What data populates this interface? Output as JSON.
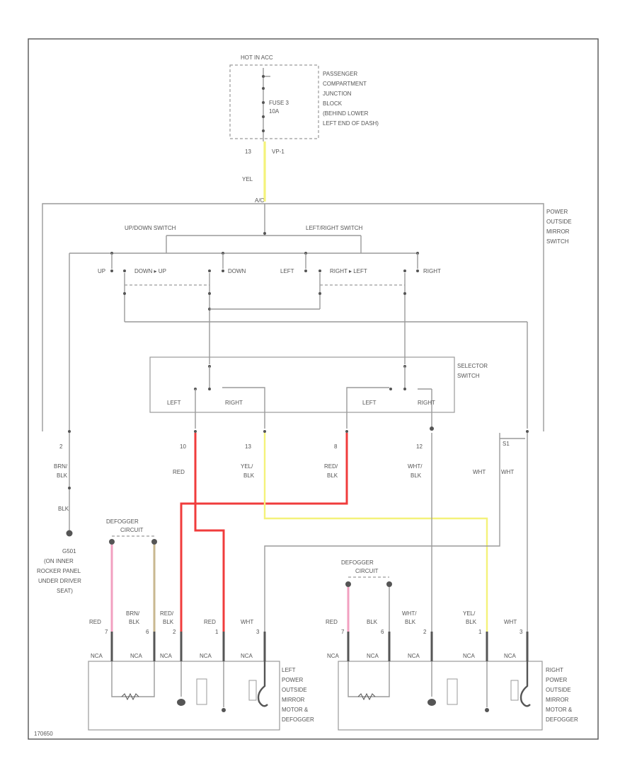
{
  "power": {
    "hot_label": "HOT IN ACC",
    "fuse_name": "FUSE 3",
    "fuse_rating": "10A",
    "junction_lines": [
      "PASSENGER",
      "COMPARTMENT",
      "JUNCTION",
      "BLOCK",
      "(BEHIND LOWER",
      "LEFT END OF DASH)"
    ],
    "connector_pin": "13",
    "connector_name": "VP-1",
    "wire_color": "YEL"
  },
  "switch": {
    "name_lines": [
      "POWER",
      "OUTSIDE",
      "MIRROR",
      "SWITCH"
    ],
    "updown_label": "UP/DOWN SWITCH",
    "leftright_label": "LEFT/RIGHT SWITCH",
    "up": "UP",
    "down": "DOWN",
    "left": "LEFT",
    "right": "RIGHT"
  },
  "selector": {
    "name_lines": [
      "SELECTOR",
      "SWITCH"
    ],
    "left1": "LEFT",
    "right1": "RIGHT",
    "left2": "LEFT",
    "right2": "RIGHT"
  },
  "outputs": {
    "pins": [
      "2",
      "10",
      "13",
      "8",
      "12"
    ],
    "colors": [
      [
        "BRN/",
        "BLK"
      ],
      [
        "RED"
      ],
      [
        "YEL/",
        "BLK"
      ],
      [
        "RED/",
        "BLK"
      ],
      [
        "WHT/",
        "BLK"
      ]
    ],
    "wht_left": "WHT",
    "wht_right": "WHT"
  },
  "ground": {
    "wire": "BLK",
    "name": "G501",
    "location_lines": [
      "(ON INNER",
      "ROCKER PANEL",
      "UNDER DRIVER",
      "SEAT)"
    ]
  },
  "left_mirror": {
    "defogger_label": "DEFOGGER",
    "defogger_circuit": "CIRCUIT",
    "wire_colors": [
      [
        "RED"
      ],
      [
        "BRN/",
        "BLK"
      ],
      [
        "RED/",
        "BLK"
      ],
      [
        "RED"
      ],
      [
        "WHT"
      ]
    ],
    "pins": [
      "7",
      "6",
      "2",
      "1",
      "3"
    ],
    "connector": "NCA",
    "name_lines": [
      "LEFT",
      "POWER",
      "OUTSIDE",
      "MIRROR",
      "MOTOR &",
      "DEFOGGER"
    ]
  },
  "right_mirror": {
    "defogger_label": "DEFOGGER",
    "defogger_circuit": "CIRCUIT",
    "wire_colors": [
      [
        "RED"
      ],
      [
        "BLK"
      ],
      [
        "WHT/",
        "BLK"
      ],
      [
        "YEL/",
        "BLK"
      ],
      [
        "WHT"
      ]
    ],
    "pins": [
      "7",
      "6",
      "2",
      "1",
      "3"
    ],
    "connector": "NCA",
    "name_lines": [
      "RIGHT",
      "POWER",
      "OUTSIDE",
      "MIRROR",
      "MOTOR &",
      "DEFOGGER"
    ]
  },
  "footer": {
    "code": "170650"
  },
  "colors": {
    "red": "#f03c3c",
    "yellow": "#f4f27a",
    "pink": "#f2a0c0",
    "tan": "#c8b890",
    "gray": "#9a9a9a",
    "black": "#555555"
  }
}
